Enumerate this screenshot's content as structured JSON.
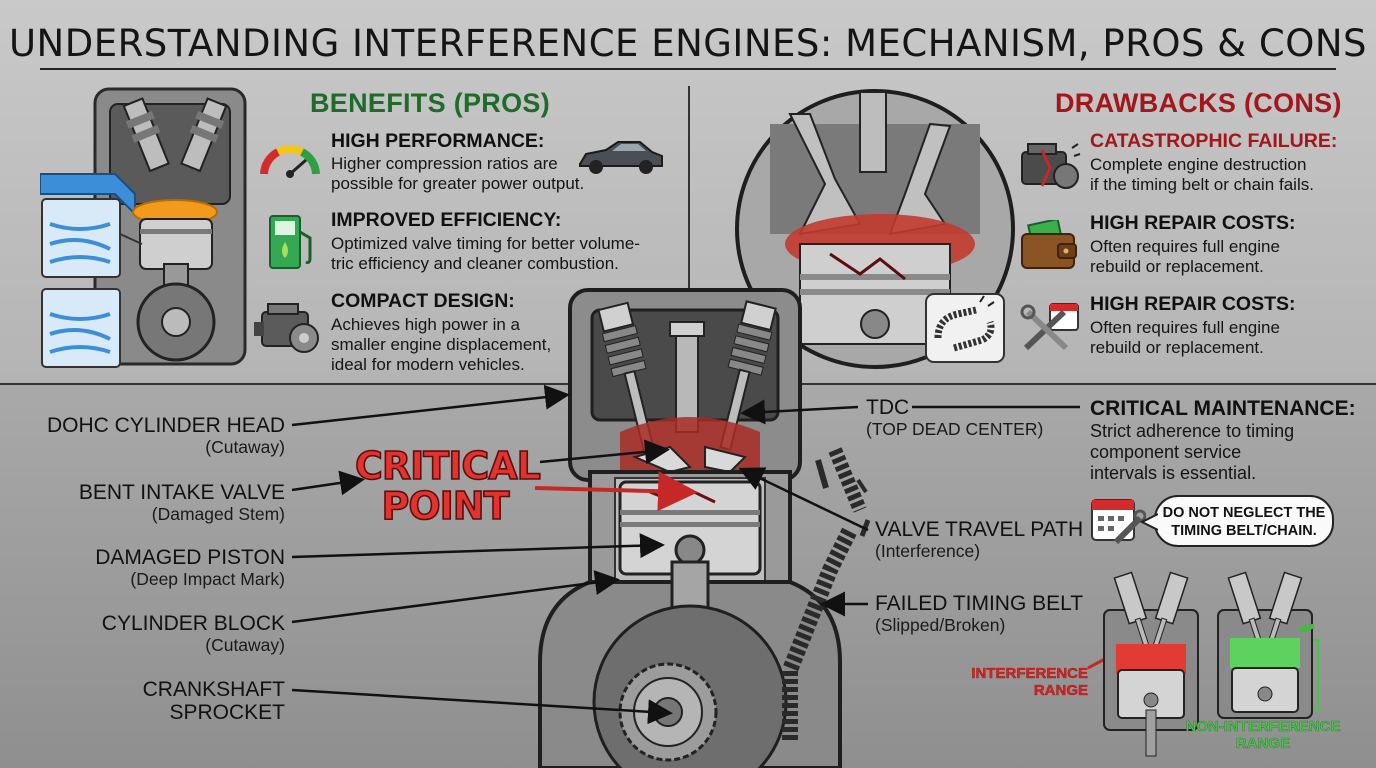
{
  "title": "UNDERSTANDING INTERFERENCE ENGINES: MECHANISM, PROS & CONS",
  "pros": {
    "heading": "BENEFITS (PROS)",
    "items": [
      {
        "title": "HIGH PERFORMANCE:",
        "desc": [
          "Higher compression ratios are",
          "possible for greater power output."
        ],
        "icon": "gauge-icon"
      },
      {
        "title": "IMPROVED EFFICIENCY:",
        "desc": [
          "Optimized valve timing for better volume-",
          "tric efficiency and cleaner combustion."
        ],
        "icon": "fuel-pump-icon"
      },
      {
        "title": "COMPACT DESIGN:",
        "desc": [
          "Achieves high power in a",
          "smaller engine displacement,",
          "ideal for modern vehicles."
        ],
        "icon": "engine-icon"
      }
    ]
  },
  "cons": {
    "heading": "DRAWBACKS (CONS)",
    "items": [
      {
        "title": "CATASTROPHIC FAILURE:",
        "desc": [
          "Complete engine destruction",
          "if the timing belt or chain fails."
        ],
        "icon": "broken-engine-icon"
      },
      {
        "title": "HIGH REPAIR COSTS:",
        "desc": [
          "Often requires full engine",
          "rebuild or replacement."
        ],
        "icon": "wallet-icon"
      },
      {
        "title": "HIGH REPAIR COSTS:",
        "desc": [
          "Often requires full engine",
          "rebuild or replacement."
        ],
        "icon": "tools-calendar-icon"
      }
    ]
  },
  "diagram": {
    "left_labels": [
      {
        "main": "DOHC CYLINDER HEAD",
        "sub": "(Cutaway)"
      },
      {
        "main": "BENT INTAKE VALVE",
        "sub": "(Damaged Stem)"
      },
      {
        "main": "DAMAGED PISTON",
        "sub": "(Deep Impact Mark)"
      },
      {
        "main": "CYLINDER BLOCK",
        "sub": "(Cutaway)"
      },
      {
        "main": "CRANKSHAFT",
        "sub": "SPROCKET"
      }
    ],
    "critical_point": [
      "CRITICAL",
      "POINT"
    ],
    "right_labels": [
      {
        "main": "TDC",
        "sub": "(TOP DEAD CENTER)"
      },
      {
        "main": "VALVE TRAVEL PATH",
        "sub": "(Interference)"
      },
      {
        "main": "FAILED TIMING BELT",
        "sub": "(Slipped/Broken)"
      }
    ]
  },
  "maintenance": {
    "title": "CRITICAL MAINTENANCE:",
    "desc": [
      "Strict adherence to timing",
      "component service",
      "intervals is essential."
    ],
    "bubble": [
      "DO NOT NEGLECT THE",
      "TIMING BELT/CHAIN."
    ]
  },
  "comparison": {
    "interference": [
      "INTERFERENCE",
      "RANGE"
    ],
    "non_interference": [
      "NON-INTERFERENCE",
      "RANGE"
    ]
  },
  "colors": {
    "pros": "#1f6b2a",
    "cons": "#a3161a",
    "critical": "#e2332f",
    "interference": "#e01f1f",
    "non_interference": "#48c548"
  }
}
